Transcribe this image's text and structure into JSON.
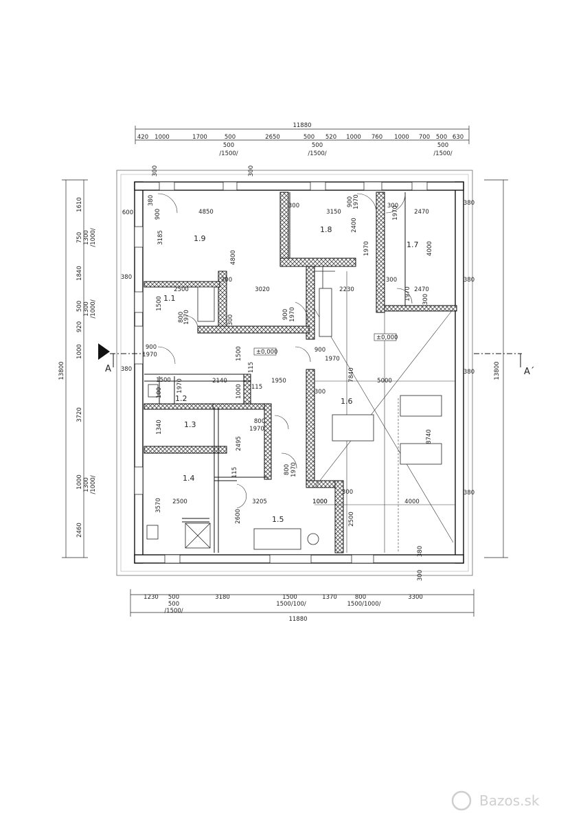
{
  "plan": {
    "overall_width": "11880",
    "overall_height": "13800",
    "top_dims": [
      "420",
      "1000",
      "1700",
      "500",
      "2650",
      "500",
      "520",
      "1000",
      "760",
      "1000",
      "700",
      "500",
      "630"
    ],
    "top_subs": [
      "500",
      "/1500/",
      "500",
      "/1500/",
      "500",
      "/1500/"
    ],
    "bottom_dims": [
      "1230",
      "500",
      "3180",
      "1500",
      "1370",
      "800",
      "3300"
    ],
    "bottom_subs": [
      "500",
      "/1500/",
      "1500/100/",
      "1500/1000/"
    ],
    "left_dims": [
      "1610",
      "750",
      "1840",
      "500",
      "920",
      "1000",
      "3720",
      "1000",
      "2460"
    ],
    "left_subs": [
      "1300",
      "/1000/",
      "1300",
      "/1000/",
      "1300",
      "/1000/"
    ],
    "right_dim": "13800",
    "level_marks": [
      "±0,000",
      "±0,000"
    ],
    "section_marks": [
      "A",
      "A´"
    ],
    "rooms": [
      "1.1",
      "1.2",
      "1.3",
      "1.4",
      "1.5",
      "1.6",
      "1.7",
      "1.8",
      "1.9"
    ],
    "interior_dims": [
      "4850",
      "380",
      "600",
      "3185",
      "900",
      "4800",
      "3150",
      "900",
      "1970",
      "2400",
      "2470",
      "4000",
      "380",
      "300",
      "300",
      "3020",
      "2500",
      "1500",
      "800",
      "1970",
      "900",
      "1970",
      "2230",
      "300",
      "2470",
      "1970",
      "300",
      "380",
      "900",
      "1970",
      "1500",
      "900",
      "1970",
      "7840",
      "5000",
      "380",
      "1500",
      "1970",
      "2140",
      "1950",
      "115",
      "115",
      "1000",
      "100",
      "800",
      "1970",
      "1340",
      "2495",
      "8740",
      "800",
      "1970",
      "115",
      "1000",
      "3570",
      "2500",
      "3205",
      "1000",
      "4000",
      "2600",
      "2500",
      "380",
      "300",
      "380",
      "300",
      "300",
      "300",
      "1970",
      "1970",
      "300",
      "380",
      "300",
      "380",
      "300"
    ]
  },
  "watermark": {
    "text": "Bazos.sk"
  }
}
